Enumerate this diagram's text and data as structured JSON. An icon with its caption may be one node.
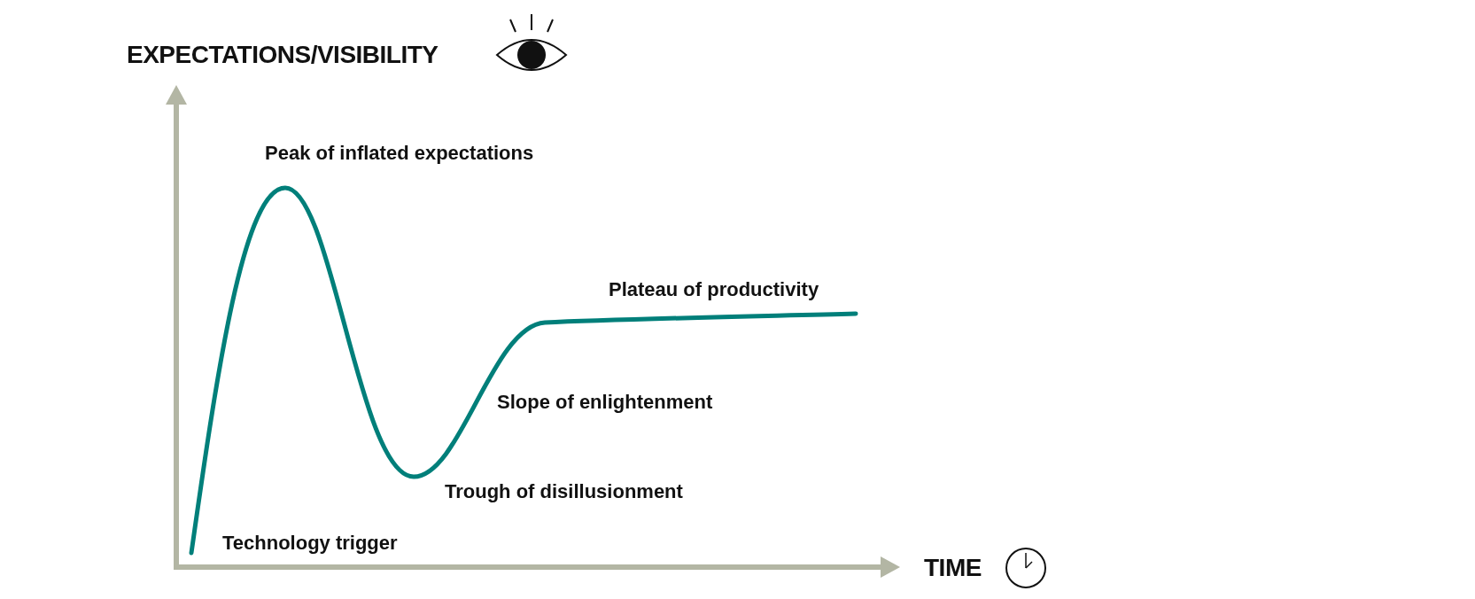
{
  "diagram": {
    "labels": [
      "EXPECTATIONS/VISIBILITY",
      "Peak of inflated expectations",
      "Plateau of productivity",
      "Slope of enlightenment",
      "Trough of disillusionment",
      "Technology trigger",
      "TIME"
    ]
  }
}
